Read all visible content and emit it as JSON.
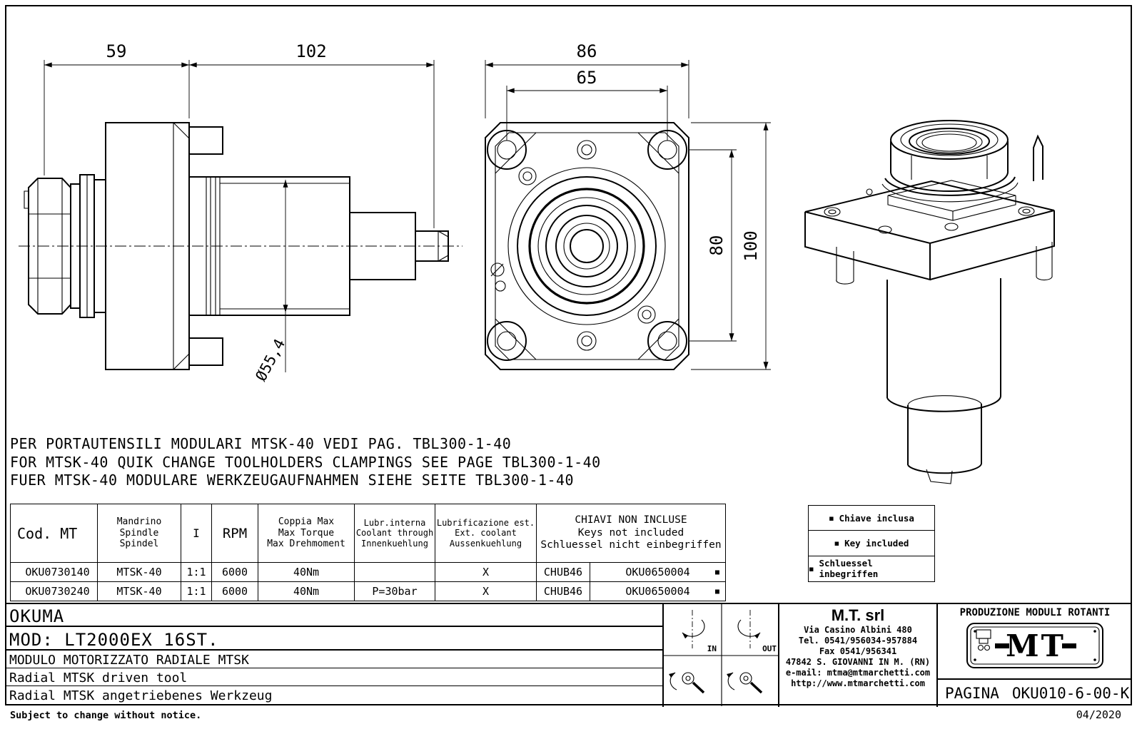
{
  "drawing": {
    "side_view": {
      "dim_width_flange": "59",
      "dim_width_body": "102",
      "dim_diameter": "Ø55,4"
    },
    "front_view": {
      "dim_overall_width": "86",
      "dim_bolt_spacing_h": "65",
      "dim_bolt_spacing_v": "80",
      "dim_overall_height": "100"
    }
  },
  "notes": {
    "line_it": "PER PORTAUTENSILI MODULARI MTSK-40 VEDI PAG. TBL300-1-40",
    "line_en": "FOR MTSK-40 QUIK CHANGE TOOLHOLDERS CLAMPINGS SEE PAGE TBL300-1-40",
    "line_de": "FUER MTSK-40 MODULARE WERKZEUGAUFNAHMEN SIEHE SEITE TBL300-1-40"
  },
  "table": {
    "headers": {
      "cod": "Cod. MT",
      "spindle": [
        "Mandrino",
        "Spindle",
        "Spindel"
      ],
      "ratio": "I",
      "rpm": "RPM",
      "torque": [
        "Coppia Max",
        "Max Torque",
        "Max Drehmoment"
      ],
      "coolant_internal": [
        "Lubr.interna",
        "Coolant through",
        "Innenkuehlung"
      ],
      "coolant_external": [
        "Lubrificazione est.",
        "Ext. coolant",
        "Aussenkuehlung"
      ],
      "keys": [
        "CHIAVI NON INCLUSE",
        "Keys not included",
        "Schluessel nicht einbegriffen"
      ]
    },
    "rows": [
      {
        "cod": "OKU0730140",
        "spindle": "MTSK-40",
        "ratio": "1:1",
        "rpm": "6000",
        "torque": "40Nm",
        "coolant_internal": "",
        "coolant_external": "X",
        "key_wrench": "CHUB46",
        "key_part": "OKU0650004",
        "bullet": "▪"
      },
      {
        "cod": "OKU0730240",
        "spindle": "MTSK-40",
        "ratio": "1:1",
        "rpm": "6000",
        "torque": "40Nm",
        "coolant_internal": "P=30bar",
        "coolant_external": "X",
        "key_wrench": "CHUB46",
        "key_part": "OKU0650004",
        "bullet": "▪"
      }
    ]
  },
  "legend": {
    "items": [
      {
        "bullet": "▪",
        "label": "Chiave inclusa"
      },
      {
        "bullet": "▪",
        "label": "Key included"
      },
      {
        "bullet": "▪",
        "label": "Schluessel inbegriffen"
      }
    ]
  },
  "title_block": {
    "brand": "OKUMA",
    "model": "MOD: LT2000EX 16ST.",
    "description_it": "MODULO MOTORIZZATO RADIALE MTSK",
    "description_en": "Radial MTSK driven tool",
    "description_de": "Radial MTSK angetriebenes Werkzeug",
    "rotation": {
      "in": "IN",
      "out": "OUT"
    },
    "company": {
      "name": "M.T. srl",
      "address": "Via Casino Albini 480",
      "tel": "Tel. 0541/956034-957884",
      "fax": "Fax 0541/956341",
      "city": "47842 S. GIOVANNI IN M. (RN)",
      "email": "e-mail: mtma@mtmarchetti.com",
      "website": "http://www.mtmarchetti.com"
    },
    "production_label": "PRODUZIONE MODULI ROTANTI",
    "logo_text": "MT",
    "page_label": "PAGINA",
    "page_code": "OKU010-6-00-K"
  },
  "footer": {
    "note": "Subject to change without notice.",
    "date": "04/2020"
  }
}
